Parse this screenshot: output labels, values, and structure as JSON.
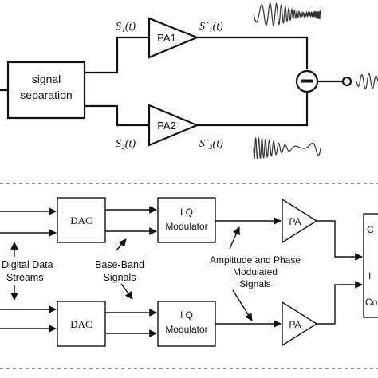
{
  "top": {
    "separation_line1": "signal",
    "separation_line2": "separation",
    "pa1": "PA1",
    "pa2": "PA2",
    "s1": "S₁(t)",
    "s2": "S₂(t)",
    "s1_out": "S`₁(t)",
    "s2_out": "S`₂(t)",
    "combiner_symbol": "−"
  },
  "bottom": {
    "dac_top": "DAC",
    "dac_bottom": "DAC",
    "iq_top_line1": "I Q",
    "iq_top_line2": "Modulator",
    "iq_bottom_line1": "I Q",
    "iq_bottom_line2": "Modulator",
    "pa_top": "PA",
    "pa_bottom": "PA",
    "digital_line1": "Digital Data",
    "digital_line2": "Streams",
    "baseband_line1": "Base-Band",
    "baseband_line2": "Signals",
    "amp_line1": "Amplitude and Phase",
    "amp_line2": "Modulated",
    "amp_line3": "Signals",
    "right_c1": "C",
    "right_i": "I",
    "right_c2": "Co"
  }
}
